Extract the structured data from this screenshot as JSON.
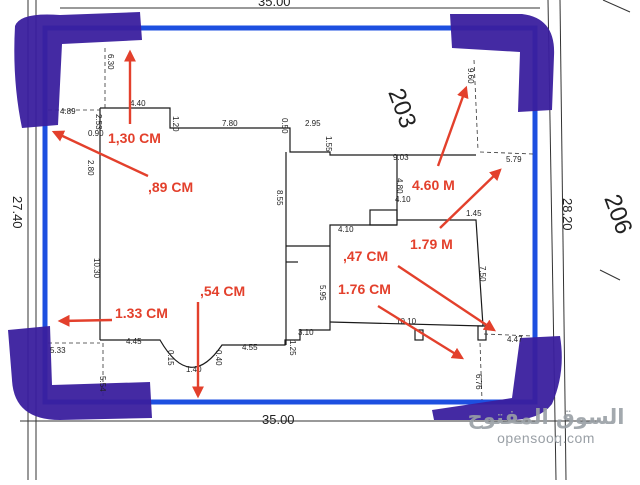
{
  "colors": {
    "frame": "#1d4fe0",
    "corner": "#3a1f9e",
    "arrow": "#e3402c",
    "line": "#1a1a1a"
  },
  "plan": {
    "lot_203": "203",
    "lot_206": "206",
    "top_side": "35.00",
    "bottom_side": "35.00",
    "left_side": "27.40",
    "right_side": "28.20",
    "dims": {
      "d630": "6.30",
      "d489": "4.89",
      "d440": "4.40",
      "d120": "1.20",
      "d780": "7.80",
      "d050": "0.50",
      "d295": "2.95",
      "d155": "1.55",
      "d903": "9.03",
      "d960": "9.60",
      "d579": "5.79",
      "d253": "2.53",
      "d090": "0.90",
      "d280": "2.80",
      "d855": "8.55",
      "d480": "4.80",
      "d410a": "4.10",
      "d410b": "4.10",
      "d145": "1.45",
      "d1030": "10.30",
      "d595": "5.95",
      "d750": "7.50",
      "d310": "3.10",
      "d1010": "10.10",
      "d533": "5.33",
      "d445": "4.45",
      "d015": "0.15",
      "d140": "1.40",
      "d040": "0.40",
      "d455": "4.55",
      "d125": "1.25",
      "d447": "4.47",
      "d554": "5.54",
      "d676": "6.76"
    }
  },
  "annotations": {
    "a1": "1,30 CM",
    "a2": ",89 CM",
    "a3": "4.60 M",
    "a4": "1.79 M",
    "a5": ",47 CM",
    "a6": "1.76 CM",
    "a7": ",54 CM",
    "a8": "1.33 CM"
  },
  "watermark": {
    "arabic": "السوق المفتوح",
    "latin": "opensooq.com"
  }
}
